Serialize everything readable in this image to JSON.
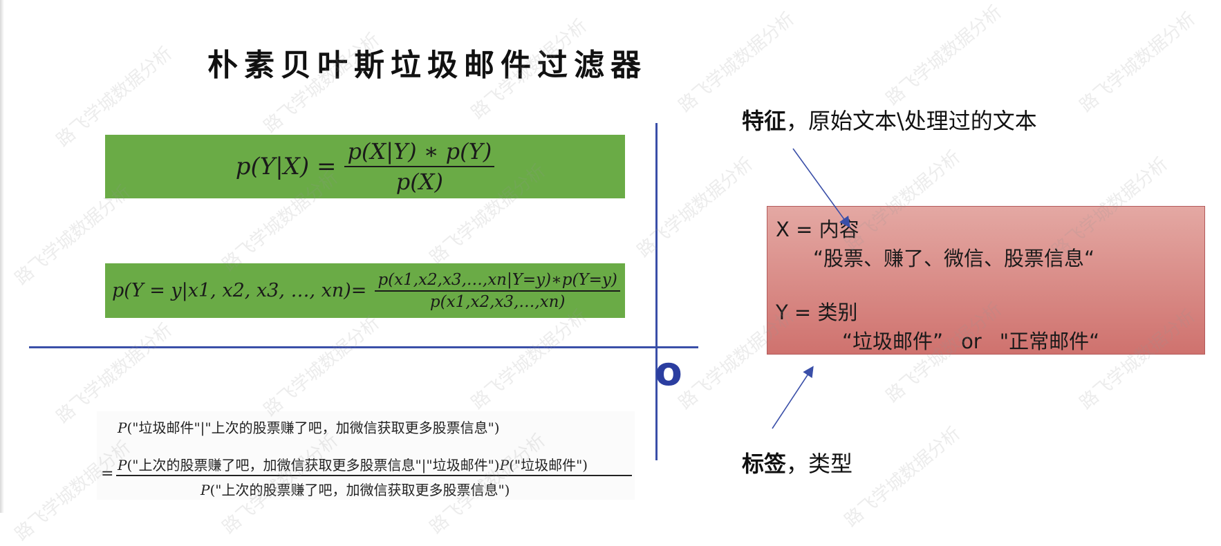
{
  "title": "朴素贝叶斯垃圾邮件过滤器",
  "bayes_formula": {
    "lhs": "p(Y|X) =",
    "numerator": "p(X|Y) ∗ p(Y)",
    "denominator": "p(X)"
  },
  "naive_formula": {
    "lhs": "p(Y = y|x1, x2, x3, …, xn)=",
    "numerator": "p(x1,x2,x3,…,xn|Y=y)∗p(Y=y)",
    "denominator": "p(x1,x2,x3,…,xn)"
  },
  "origin_label": "o",
  "feature": {
    "bold": "特征",
    "rest": "，原始文本\\处理过的文本"
  },
  "label": {
    "bold": "标签",
    "rest": "，类型"
  },
  "xy_box": {
    "x_line": "X = 内容",
    "x_value": "“股票、赚了、微信、股票信息“",
    "y_line": "Y = 类别",
    "y_spam": "“垃圾邮件”",
    "y_or": "or",
    "y_normal": "\"正常邮件“"
  },
  "bottom_formula": {
    "top_p": "P",
    "top_text": "(\"垃圾邮件\"|\"上次的股票赚了吧，加微信获取更多股票信息\")",
    "equals": "=",
    "num_p1": "P",
    "num_text1": "(\"上次的股票赚了吧，加微信获取更多股票信息\"|\"垃圾邮件\")",
    "num_p2": "P",
    "num_text2": "(\"垃圾邮件\")",
    "den_p": "P",
    "den_text": "(\"上次的股票赚了吧，加微信获取更多股票信息\")"
  },
  "watermark_text": "路飞学城数据分析",
  "colors": {
    "formula_green": "#6aab46",
    "axis_blue": "#3a4fa8",
    "box_pink": "#d98a86"
  }
}
